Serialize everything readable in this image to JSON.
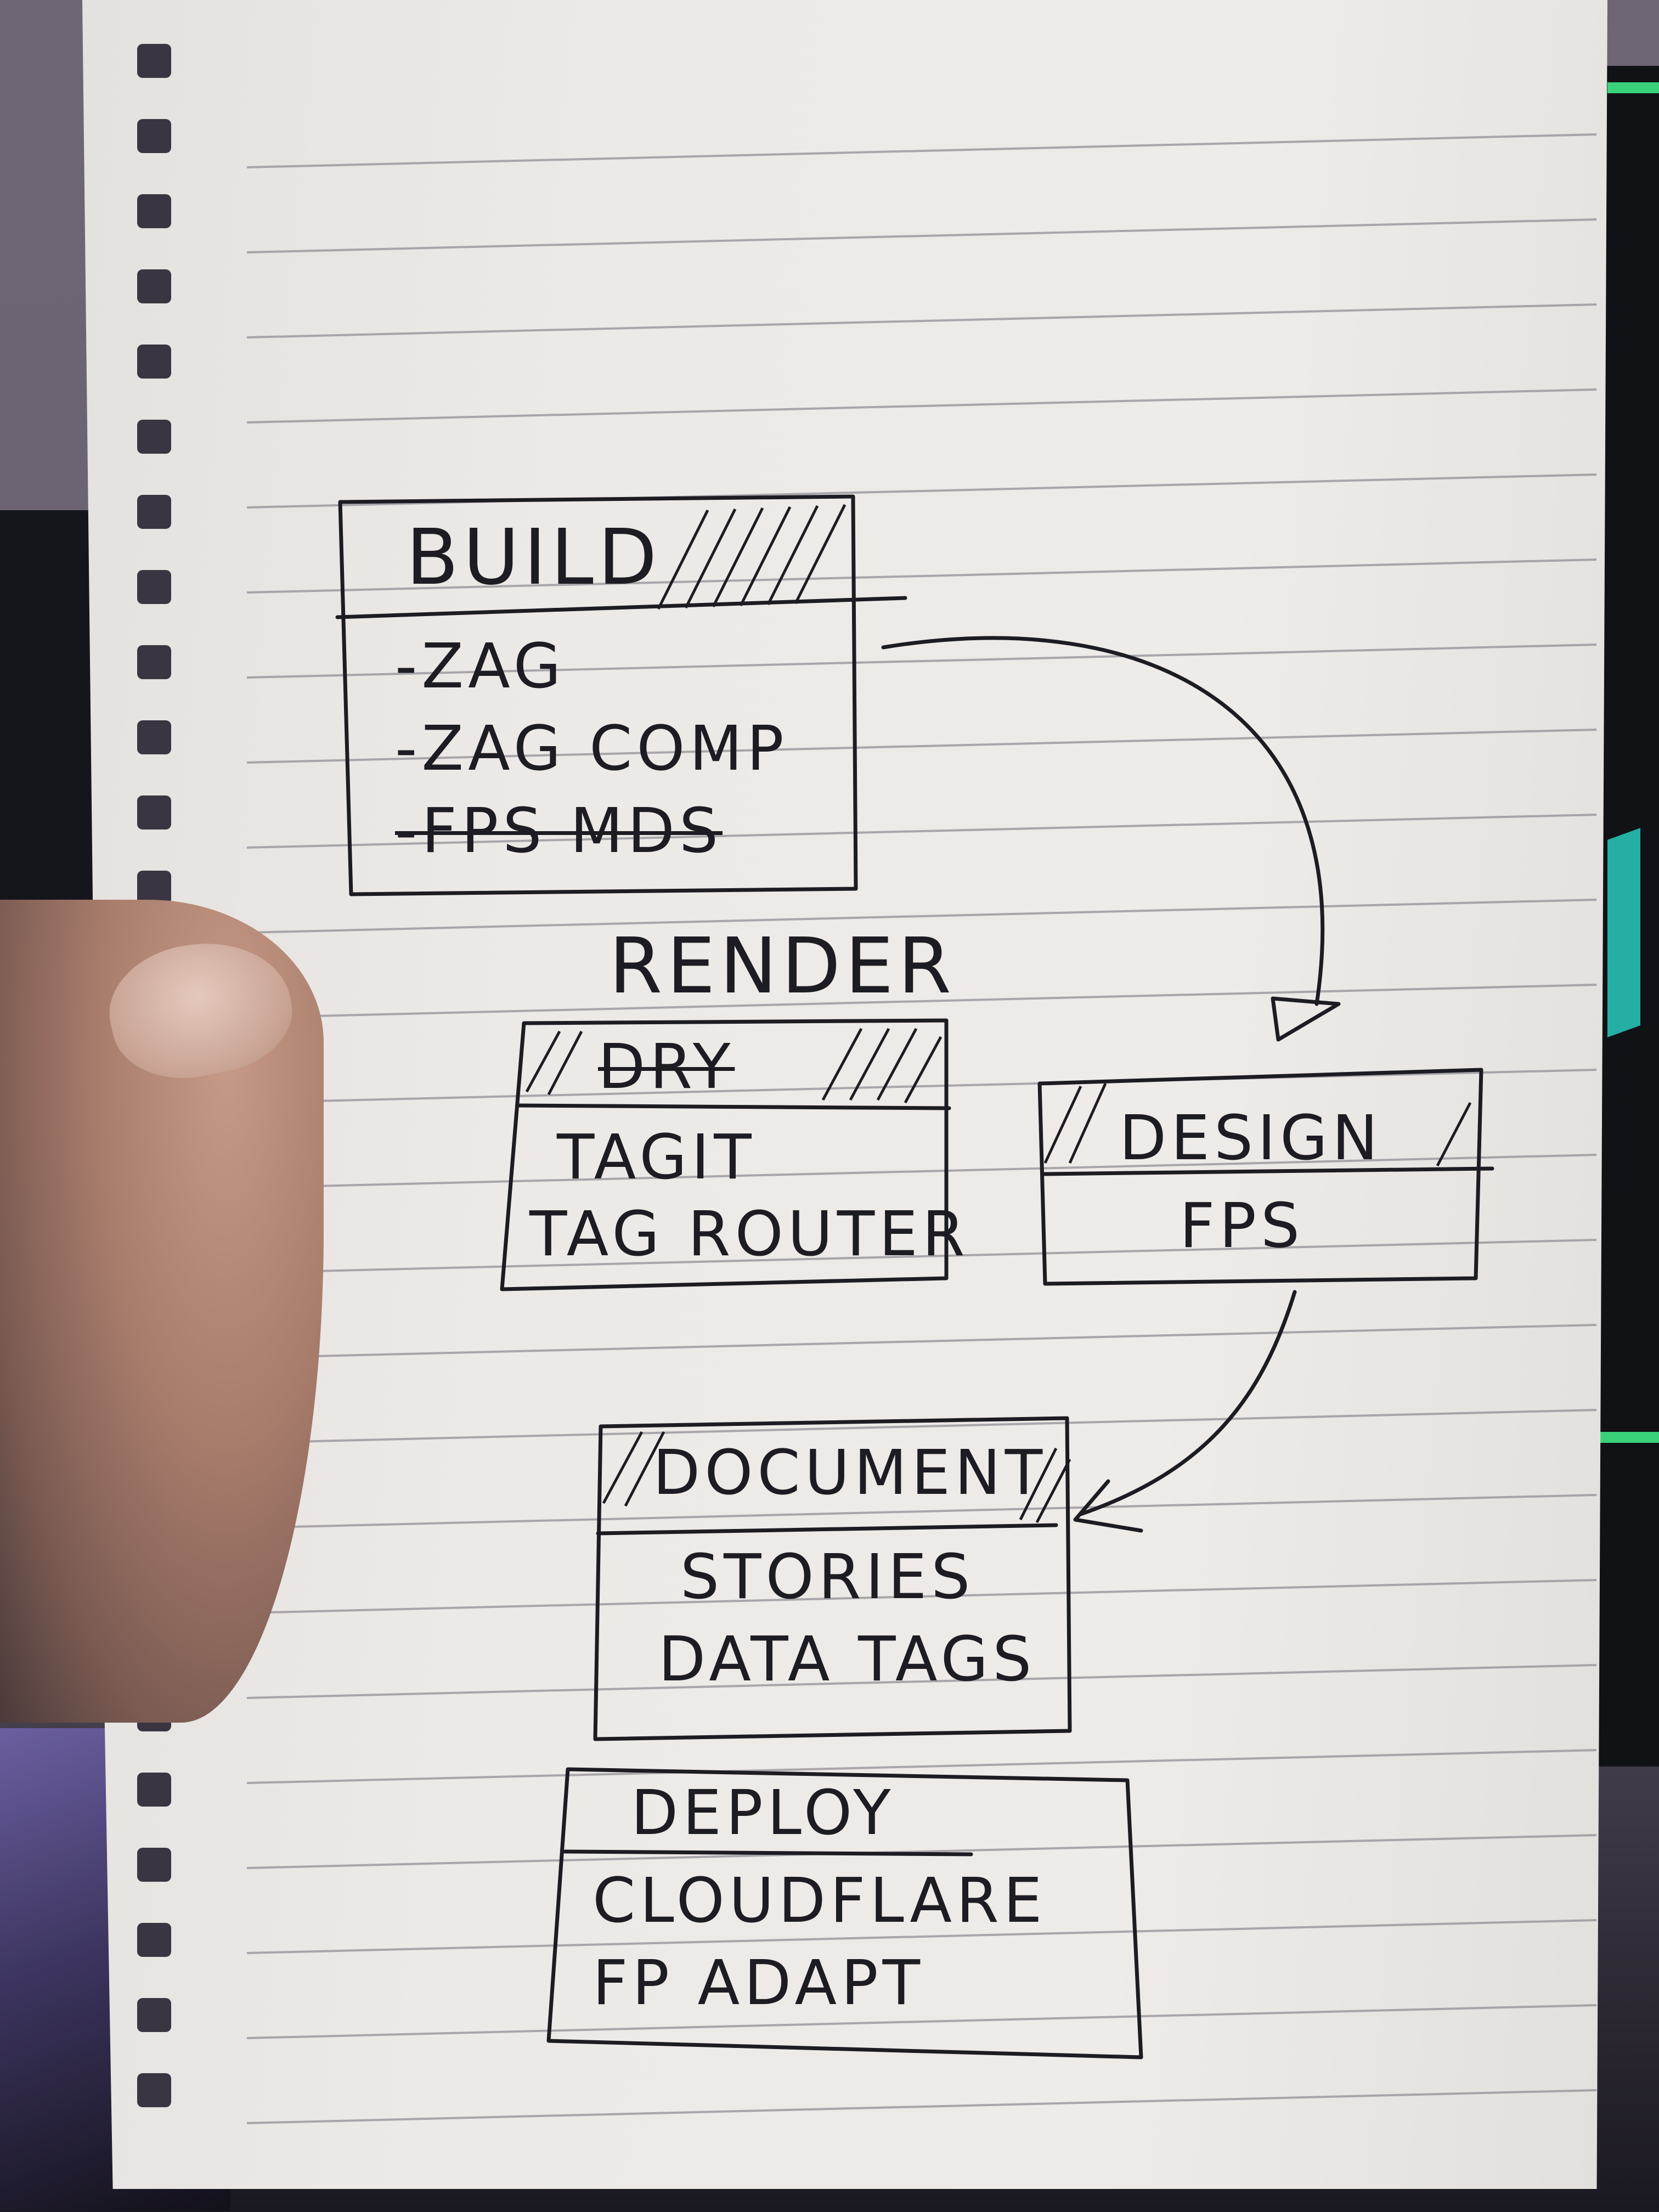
{
  "photo": {
    "subject": "handwritten-notebook-page",
    "ink_color": "#1c1c22",
    "paper_color": "#eceae7",
    "background_color": "#6a6270"
  },
  "diagram": {
    "boxes": [
      {
        "id": "build",
        "title": "BUILD",
        "items": [
          {
            "text": "-ZAG",
            "crossed_out": false
          },
          {
            "text": "-ZAG COMP",
            "crossed_out": false
          },
          {
            "text": "-FPS MDS",
            "crossed_out": true
          }
        ]
      },
      {
        "id": "render",
        "label_above": "RENDER",
        "title": "DRY",
        "title_crossed_out": true,
        "items": [
          {
            "text": "TAGIT",
            "crossed_out": false
          },
          {
            "text": "TAG ROUTER",
            "crossed_out": false
          }
        ]
      },
      {
        "id": "design",
        "title": "DESIGN",
        "items": [
          {
            "text": "FPS",
            "crossed_out": false
          }
        ]
      },
      {
        "id": "document",
        "title": "DOCUMENT",
        "items": [
          {
            "text": "STORIES",
            "crossed_out": false
          },
          {
            "text": "DATA TAGS",
            "crossed_out": false
          }
        ]
      },
      {
        "id": "deploy",
        "title": "DEPLOY",
        "items": [
          {
            "text": "CLOUDFLARE",
            "crossed_out": false
          },
          {
            "text": "FP ADAPT",
            "crossed_out": false
          }
        ]
      }
    ],
    "arrows": [
      {
        "from": "build",
        "to": "design"
      },
      {
        "from": "design",
        "to": "document"
      }
    ]
  }
}
